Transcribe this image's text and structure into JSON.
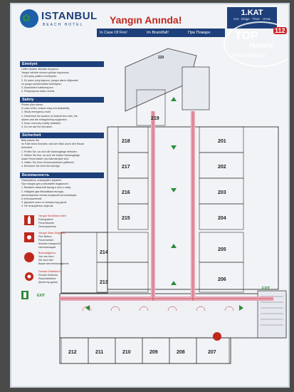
{
  "header": {
    "logo_name": "ISTANBUL",
    "logo_sub": "BEACH HOTEL",
    "title": "Yangın Anında!",
    "floor": "1.KAT",
    "floor_sub": "Kat · Etage · Floor · Этаж",
    "lang_en": "In Case Of Fire!",
    "lang_de": "Im Brandfall!",
    "lang_ru": "При Пожаре"
  },
  "watermark": {
    "brand": "TOP",
    "badge": "112",
    "hotels": "Hotels",
    "footer": "ФОТО ТУРИСТА"
  },
  "sections": [
    {
      "heading": "Emniyet",
      "lines": [
        "Lütfen ikazları dikkatle okuyunuz.",
        "Yangın halinde durumu görüşe duyurunuz.",
        "1. Acil çıkış yollarını inceleyiniz.",
        "2. En yakın çıkış kapısını, yangın alarm düğmesini",
        "   ve yangın söndürücüleri belirleyiniz.",
        "3. Asansörleri kullanmayınız.",
        "4. Resepsiyona haber veriniz."
      ]
    },
    {
      "heading": "Safety",
      "lines": [
        "Please plan ahead.",
        "In case of fire, ensure easy exit availability.",
        "1. Study emergency route.",
        "2. Determine the location of nearest two exits, fire",
        "   alarms and the extinguishing equipment.",
        "3. Keep room key readily available.",
        "4. Do not use the elevators."
      ]
    },
    {
      "heading": "Sicherheit",
      "lines": [
        "Bitte planen Sie",
        "im Falle eines Brandes, wird der Blick durch den Rauch",
        "behindert.",
        "1. Prüfen Sie, wo sich die Notausgänge befinden.",
        "2. Stellen Sie fest, wo sich die beiden Notausgänge",
        "   sowie Feuermelder und Alarmknöpfe sind.",
        "3. Halten Sie Ihren Zimmerschlüssel griffbereit.",
        "4. Benützen Sie nicht die Aufzüge."
      ]
    },
    {
      "heading": "Безопасность",
      "lines": [
        "Пожалуйста, планируйте заранее.",
        "При пожаре для учитывайте видимость",
        "1. Выявите запасной выход и путь к нему.",
        "2. Найдите два ближайших выхода,",
        "   расположение кнопок пожарной сигнализации",
        "   и огнетушителей.",
        "3. Держите ключ от номера под рукой.",
        "4. Не пользуйтесь лифтом."
      ]
    }
  ],
  "legend": [
    {
      "icon": "fire-extinguisher-icon",
      "lines": [
        "Yangın Söndürme Aleti",
        "Extinguisher",
        "Feuerlöscher",
        "Огнетушитель"
      ]
    },
    {
      "icon": "fire-button-icon",
      "lines": [
        "Yangın İhbar Düğmesi",
        "Fire Button",
        "Feuermelder",
        "Кнопка пожарной",
        "сигнализации"
      ]
    },
    {
      "icon": "you-are-here-icon",
      "lines": [
        "Bulunduğunuz",
        "You are here",
        "Sie sind hier",
        "Ваше местонахождение"
      ]
    },
    {
      "icon": "smoke-detector-icon",
      "lines": [
        "Duman Dedektörü",
        "Smoke Detector",
        "Rauchdetektor",
        "Детектор дыма"
      ]
    }
  ],
  "exit_label": "EXIT",
  "rooms": {
    "left": [
      "219",
      "218",
      "217",
      "216",
      "215",
      "214",
      "213"
    ],
    "right": [
      "201",
      "202",
      "203",
      "204",
      "205",
      "206"
    ],
    "bottom": [
      "212",
      "211",
      "210",
      "209",
      "208",
      "207"
    ],
    "top": "220"
  },
  "colors": {
    "navy": "#1d3f7a",
    "alarm_red": "#c0271c",
    "route_green": "#2e8b3a",
    "corridor_pink": "#e7a6b8"
  }
}
